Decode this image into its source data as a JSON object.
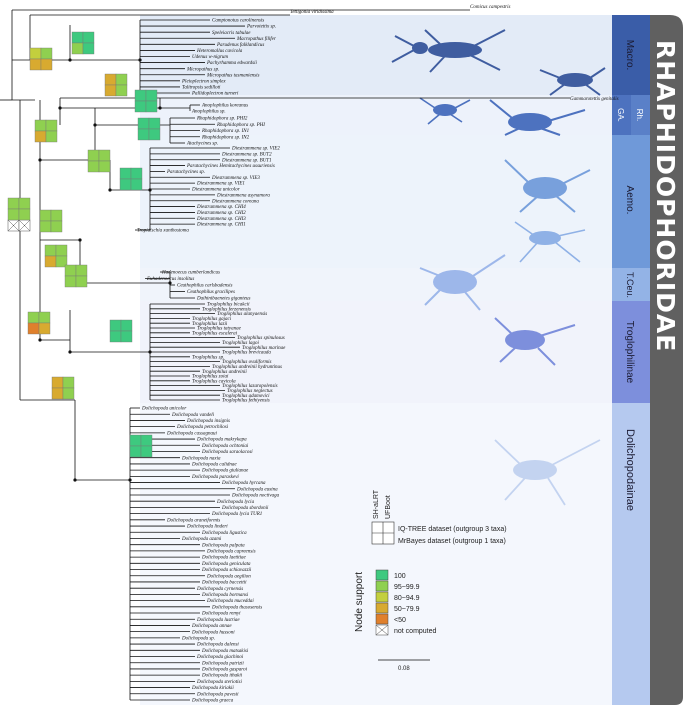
{
  "family": "RHAPHIDOPHORIDAE",
  "groups": {
    "macro": "Macro.",
    "ga": "GA.",
    "rh": "Rh.",
    "aemo": "Aemo.",
    "tceu": "T.Ceu.",
    "troglo": "Troglophilinae",
    "dolicho": "Dolichopodainae"
  },
  "taxa": {
    "comicus": "Comicus campestris",
    "tettigonia": "Tettigonia viridissima",
    "gammarotettix": "Gammarotettix genitalis",
    "macro": [
      "Camptonotus carolinensis",
      "Parvotettix sp.",
      "Speleiacris tabulae",
      "Macropathus filifer",
      "Parudenus falklandicus",
      "Heteromallus cavicola",
      "Udenus w-nigrum",
      "Pachyrhamma edwardsii",
      "Micropathus sp.",
      "Micropathus tasmaniensis",
      "Pleioplectron simplex",
      "Talitropsis sedilloti",
      "Pallidoplectron turneri"
    ],
    "anoplo": [
      "Anoplophilus koreanus",
      "Anoplophilus sp."
    ],
    "rhaph": [
      "Rhaphidophora sp. PHI2",
      "Rhaphidophora sp. PHI",
      "Rhaphidophora sp. IN1",
      "Rhaphidophora sp. IN2",
      "Atachycines sp."
    ],
    "aemo": [
      "Diestrammena sp. VIE2",
      "Diestrammena sp. BUT2",
      "Diestrammena sp. BUT1",
      "Paratachycines Hemitachycines ussuriensis",
      "Paratachycines sp.",
      "Diestrammena sp. VIE3",
      "Diestrammena sp. VIE1",
      "Diestrammena unicolor",
      "Diestrammena asynamora",
      "Diestrammena coreana",
      "Diestrammena sp. CHI4",
      "Diestrammena sp. CHI2",
      "Diestrammena sp. CHI3",
      "Diestrammena sp. CHI1",
      "Tropidischia xanthostoma"
    ],
    "tceu": [
      "Hadenoecus cumberlandicus",
      "Euhadenoecus insolitus",
      "Ceuthophilus carlsbadensis",
      "Ceuthophilus gracilipes",
      "Daihinibaenetes giganteus"
    ],
    "troglo": [
      "Troglophilus bicakcii",
      "Troglophilus ferzenensis",
      "Troglophilus alanyaensis",
      "Troglophilus gajaci",
      "Troglophilus lazii",
      "Troglophilus tatyanae",
      "Troglophilus escalerai",
      "Troglophilus spinulosus",
      "Troglophilus lagoi",
      "Troglophilus marinae",
      "Troglophilus brevicauda",
      "Troglophilus sp.",
      "Troglophilus ovuliformis",
      "Troglophilus andreinii hydruntinus",
      "Troglophilus andreinii",
      "Troglophilus zoiai",
      "Troglophilus cavicola",
      "Troglophilus lazaropolensis",
      "Troglophilus neglectus",
      "Troglophilus adamovici",
      "Troglophilus fethiyensis"
    ],
    "dolicho": [
      "Dolichopoda unicolor",
      "Dolichopoda vandeli",
      "Dolichopoda insignis",
      "Dolichopoda petrochilosi",
      "Dolichopoda cassagnaui",
      "Dolichopoda makrykapa",
      "Dolichopoda ochtoniai",
      "Dolichopoda saraolacosi",
      "Dolichopoda naxia",
      "Dolichopoda calidnae",
      "Dolichopoda giulianae",
      "Dolichopoda paraskevi",
      "Dolichopoda hyrcana",
      "Dolichopoda euxina",
      "Dolichopoda noctivaga",
      "Dolichopoda lycia",
      "Dolichopoda sbordonii",
      "Dolichopoda lycia TUR1",
      "Dolichopoda araneiformis",
      "Dolichopoda linderi",
      "Dolichopoda ligustica",
      "Dolichopoda azami",
      "Dolichopoda palpata",
      "Dolichopoda capreensis",
      "Dolichopoda laetitiae",
      "Dolichopoda geniculata",
      "Dolichopoda schiavazzii",
      "Dolichopoda aegilion",
      "Dolichopoda baccettii",
      "Dolichopoda cyrnensis",
      "Dolichopoda bormansi",
      "Dolichopoda muceddai",
      "Dolichopoda thasosensis",
      "Dolichopoda remyi",
      "Dolichopoda lustriae",
      "Dolichopoda annae",
      "Dolichopoda hussoni",
      "Dolichopoda sp.",
      "Dolichopoda dalensi",
      "Dolichopoda matsakisi",
      "Dolichopoda giachinoi",
      "Dolichopoda patrizii",
      "Dolichopoda gasparoi",
      "Dolichopoda ithakii",
      "Dolichopoda steriotisi",
      "Dolichopoda kiriakii",
      "Dolichopoda pavesii",
      "Dolichopoda graeca"
    ]
  },
  "legend": {
    "title": "Node support",
    "col1": "SH-aLRT",
    "col2": "UFBoot",
    "row1": "IQ-TREE dataset (outgroup 3 taxa)",
    "row2": "MrBayes dataset (outgroup 1 taxa)",
    "items": [
      {
        "label": "100",
        "color": "#3ec97f"
      },
      {
        "label": "95~99.9",
        "color": "#8fd050"
      },
      {
        "label": "80~94.9",
        "color": "#c3cf3d"
      },
      {
        "label": "50~79.9",
        "color": "#d8aa30"
      },
      {
        "label": "<50",
        "color": "#e0802c"
      },
      {
        "label": "not computed",
        "color": "#ffffff"
      }
    ]
  },
  "scale": "0.08",
  "colors": {
    "macro": "#3a5da8",
    "rh": "#4d72bf",
    "aemo": "#6f99d9",
    "tceu": "#93b3e6",
    "troglo": "#7d8fdc",
    "dolicho": "#b5c9ef",
    "family": "#606060"
  }
}
